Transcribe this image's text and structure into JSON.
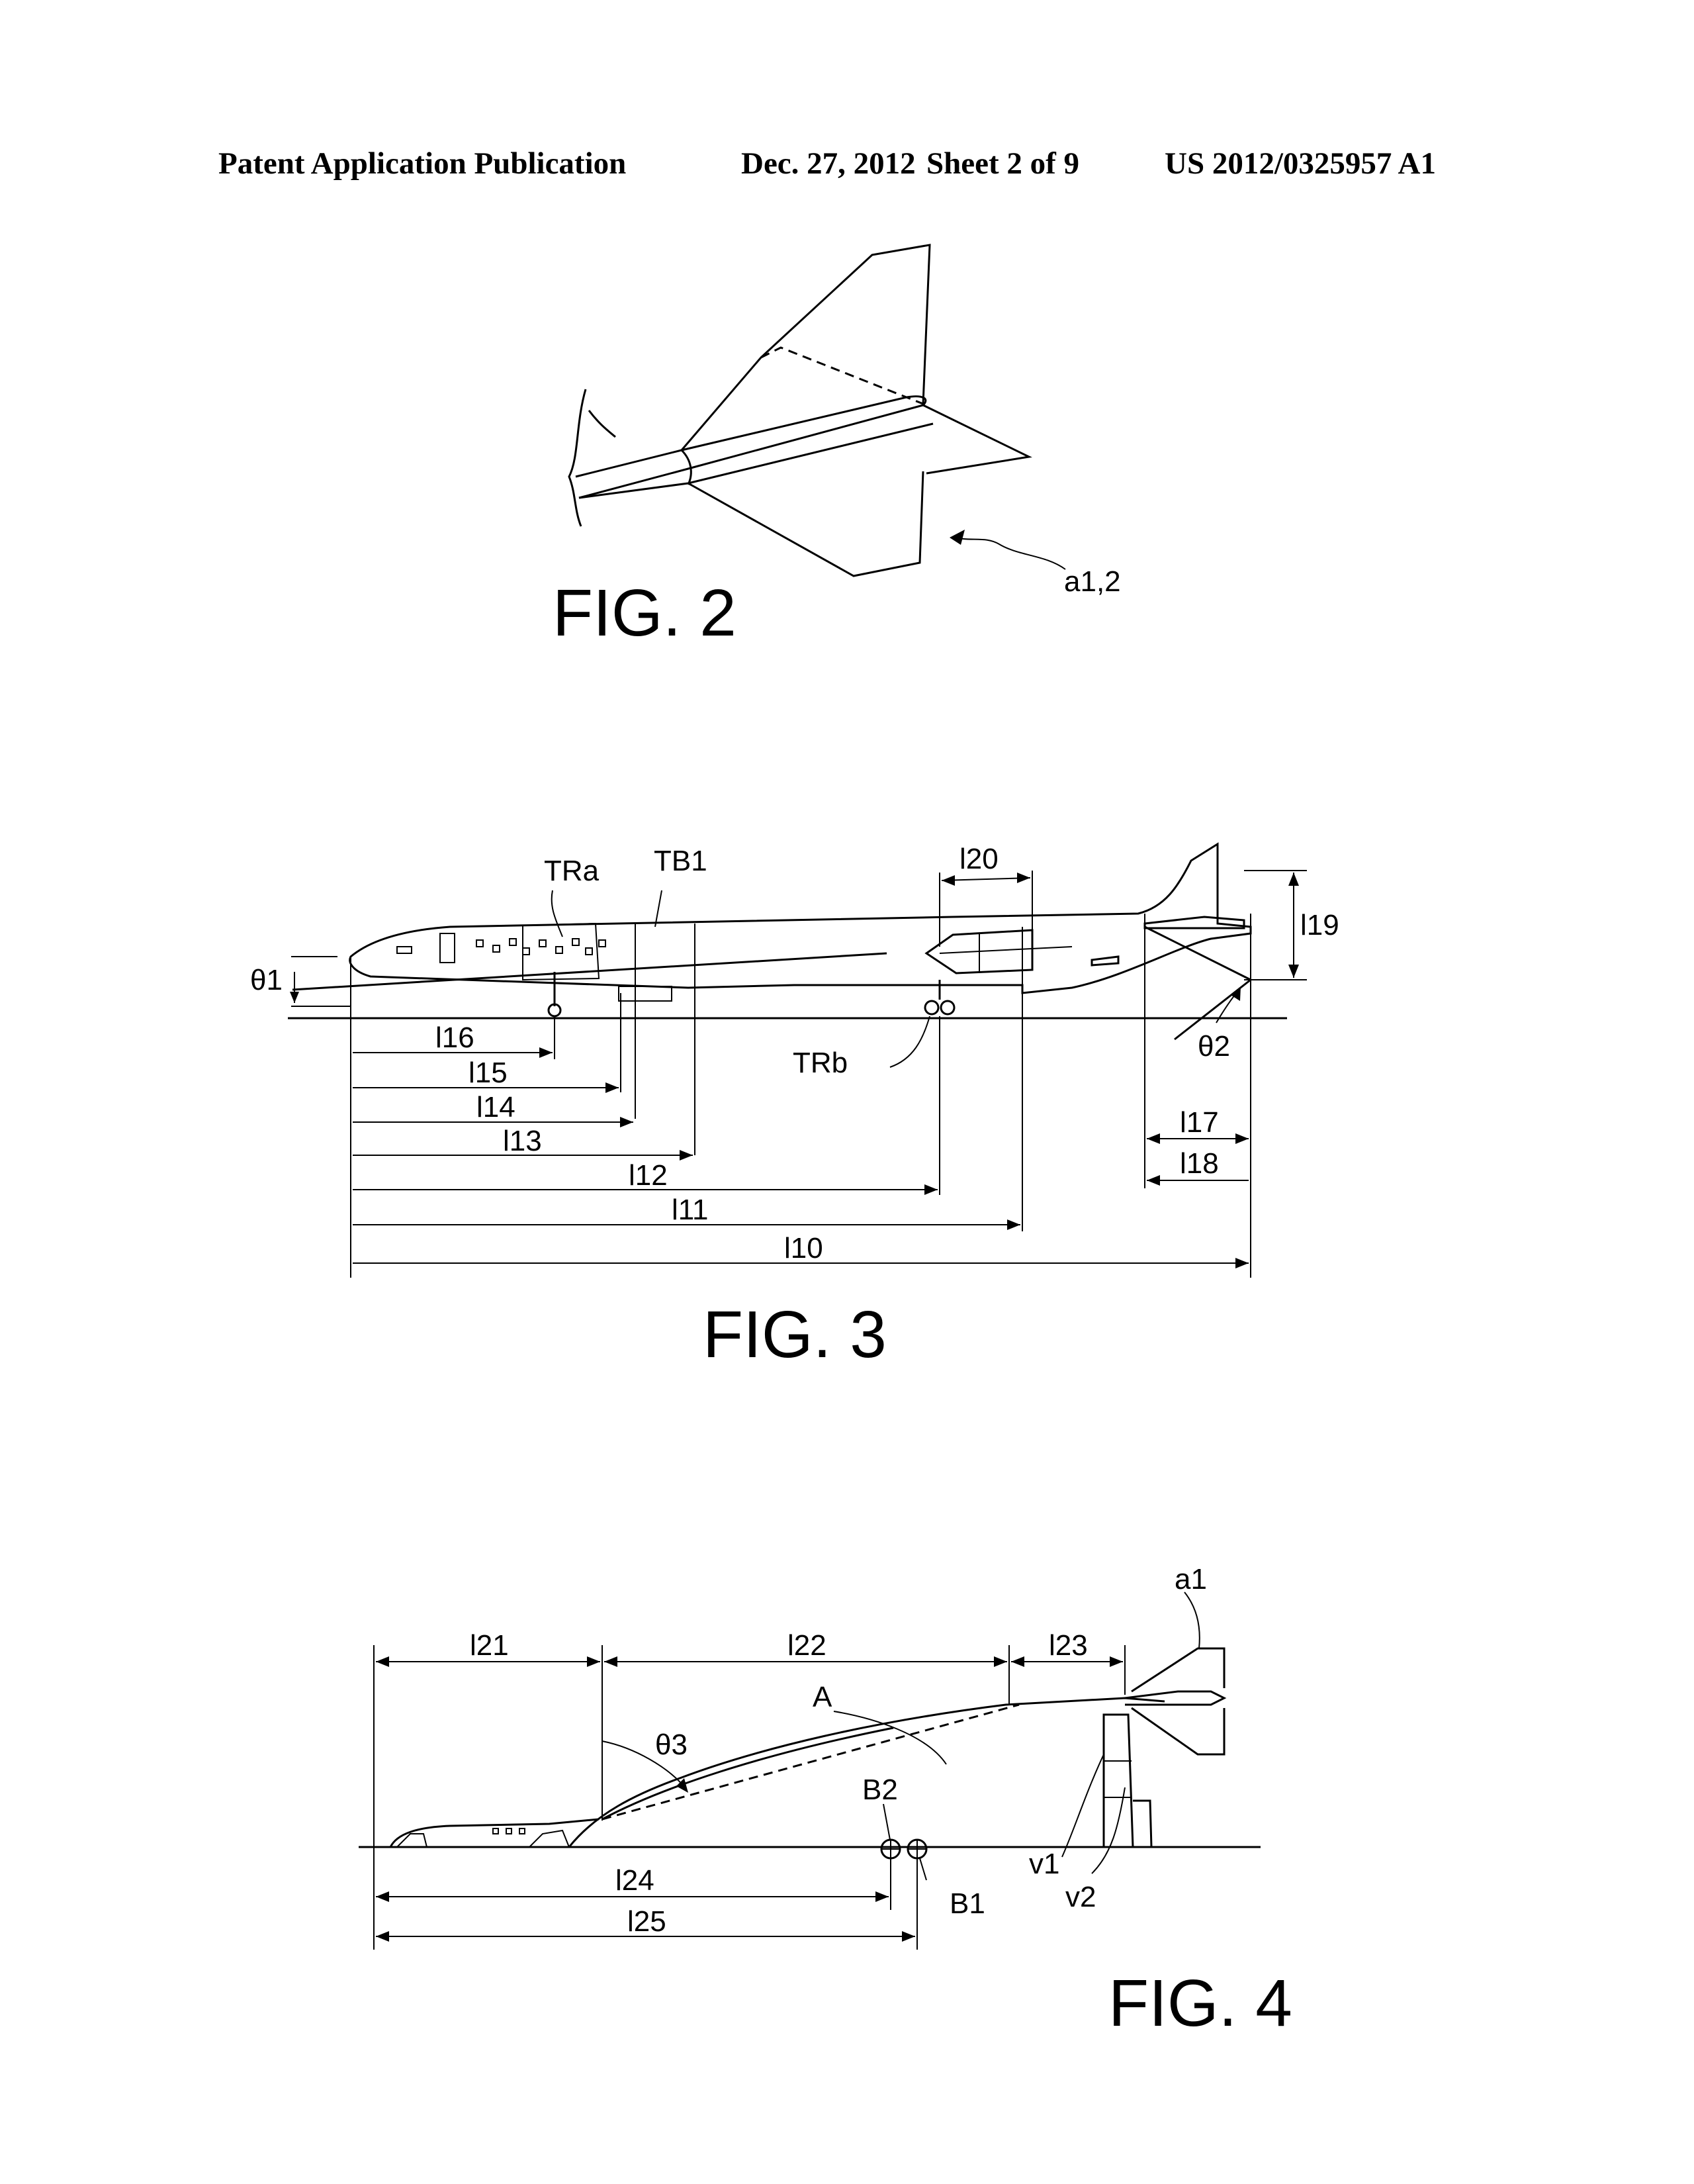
{
  "header": {
    "publication": "Patent Application Publication",
    "date": "Dec. 27, 2012",
    "sheet": "Sheet 2 of 9",
    "number": "US 2012/0325957 A1"
  },
  "fig2": {
    "caption": "FIG. 2",
    "ref": "a1,2"
  },
  "fig3": {
    "caption": "FIG. 3",
    "labels": {
      "tra": "TRa",
      "tb1": "TB1",
      "trb": "TRb",
      "theta1": "θ1",
      "theta2": "θ2",
      "l10": "l10",
      "l11": "l11",
      "l12": "l12",
      "l13": "l13",
      "l14": "l14",
      "l15": "l15",
      "l16": "l16",
      "l17": "l17",
      "l18": "l18",
      "l19": "l19",
      "l20": "l20"
    }
  },
  "fig4": {
    "caption": "FIG. 4",
    "labels": {
      "a1": "a1",
      "A": "A",
      "theta3": "θ3",
      "B1": "B1",
      "B2": "B2",
      "v1": "v1",
      "v2": "v2",
      "l21": "l21",
      "l22": "l22",
      "l23": "l23",
      "l24": "l24",
      "l25": "l25"
    }
  }
}
